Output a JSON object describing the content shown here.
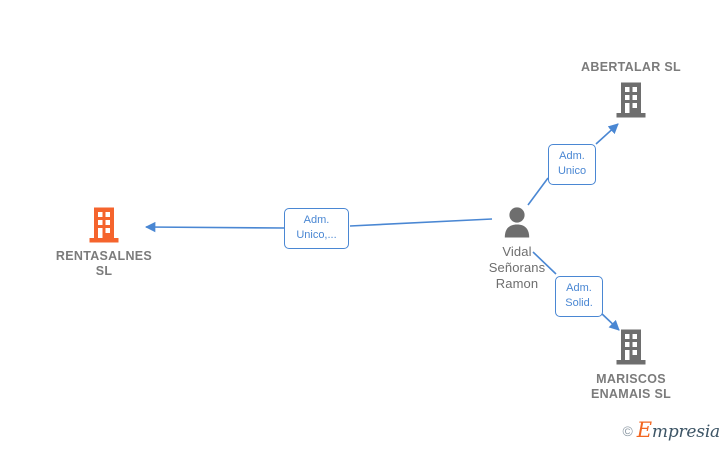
{
  "diagram": {
    "type": "relationship-graph",
    "nodes": [
      {
        "id": "rentasalnes",
        "label": "RENTASALNES\nSL",
        "kind": "company",
        "icon": "building-icon",
        "color": "#f5642d",
        "highlighted": true
      },
      {
        "id": "abertalar",
        "label": "ABERTALAR SL",
        "kind": "company",
        "icon": "building-icon",
        "color": "#6e6e6e",
        "highlighted": false
      },
      {
        "id": "mariscos",
        "label": "MARISCOS\nENAMAIS SL",
        "kind": "company",
        "icon": "building-icon",
        "color": "#6e6e6e",
        "highlighted": false
      },
      {
        "id": "vidal",
        "label": "Vidal\nSeñorans\nRamon",
        "kind": "person",
        "icon": "person-icon",
        "color": "#6e6e6e",
        "highlighted": false
      }
    ],
    "edges": [
      {
        "id": "edge-vidal-rentasalnes",
        "from": "vidal",
        "to": "rentasalnes",
        "label": "Adm.\nUnico,...",
        "color": "#4a87d3"
      },
      {
        "id": "edge-vidal-abertalar",
        "from": "vidal",
        "to": "abertalar",
        "label": "Adm.\nUnico",
        "color": "#4a87d3"
      },
      {
        "id": "edge-vidal-mariscos",
        "from": "vidal",
        "to": "mariscos",
        "label": "Adm.\nSolid.",
        "color": "#4a87d3"
      }
    ]
  },
  "watermark": {
    "copyright": "©",
    "brand_initial": "E",
    "brand_rest": "mpresia"
  }
}
